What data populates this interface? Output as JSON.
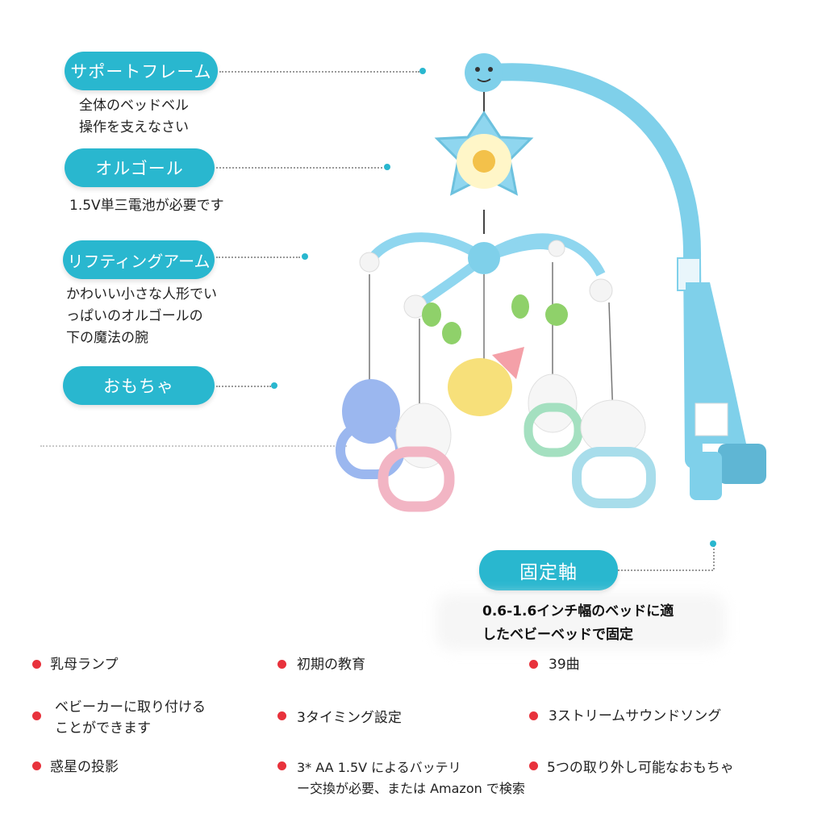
{
  "callouts": [
    {
      "label": "サポートフレーム",
      "desc": [
        "全体のベッドベル",
        "操作を支えなさい"
      ]
    },
    {
      "label": "オルゴール",
      "desc": [
        "1.5V単三電池が必要です"
      ]
    },
    {
      "label": "リフティングアーム",
      "desc": [
        "かわいい小さな人形でい",
        "っぱいのオルゴールの",
        "下の魔法の腕"
      ]
    },
    {
      "label": "おもちゃ",
      "desc": []
    }
  ],
  "anchor": {
    "label": "固定軸",
    "desc": [
      "0.6-1.6インチ幅のベッドに適",
      "したベビーベッドで固定"
    ]
  },
  "features": [
    [
      "乳母ランプ"
    ],
    [
      "初期の教育"
    ],
    [
      "39曲"
    ],
    [
      "ベビーカーに取り付ける",
      "ことができます"
    ],
    [
      "3タイミング設定"
    ],
    [
      "3ストリームサウンドソング"
    ],
    [
      "惑星の投影"
    ],
    [
      "3* AA 1.5V によるバッテリ",
      "ー交換が必要、または Amazon で検索"
    ],
    [
      "5つの取り外し可能なおもちゃ"
    ]
  ],
  "colors": {
    "accent": "#29b7cf",
    "bullet": "#e8323c",
    "product_blue": "#7fd0ea"
  }
}
